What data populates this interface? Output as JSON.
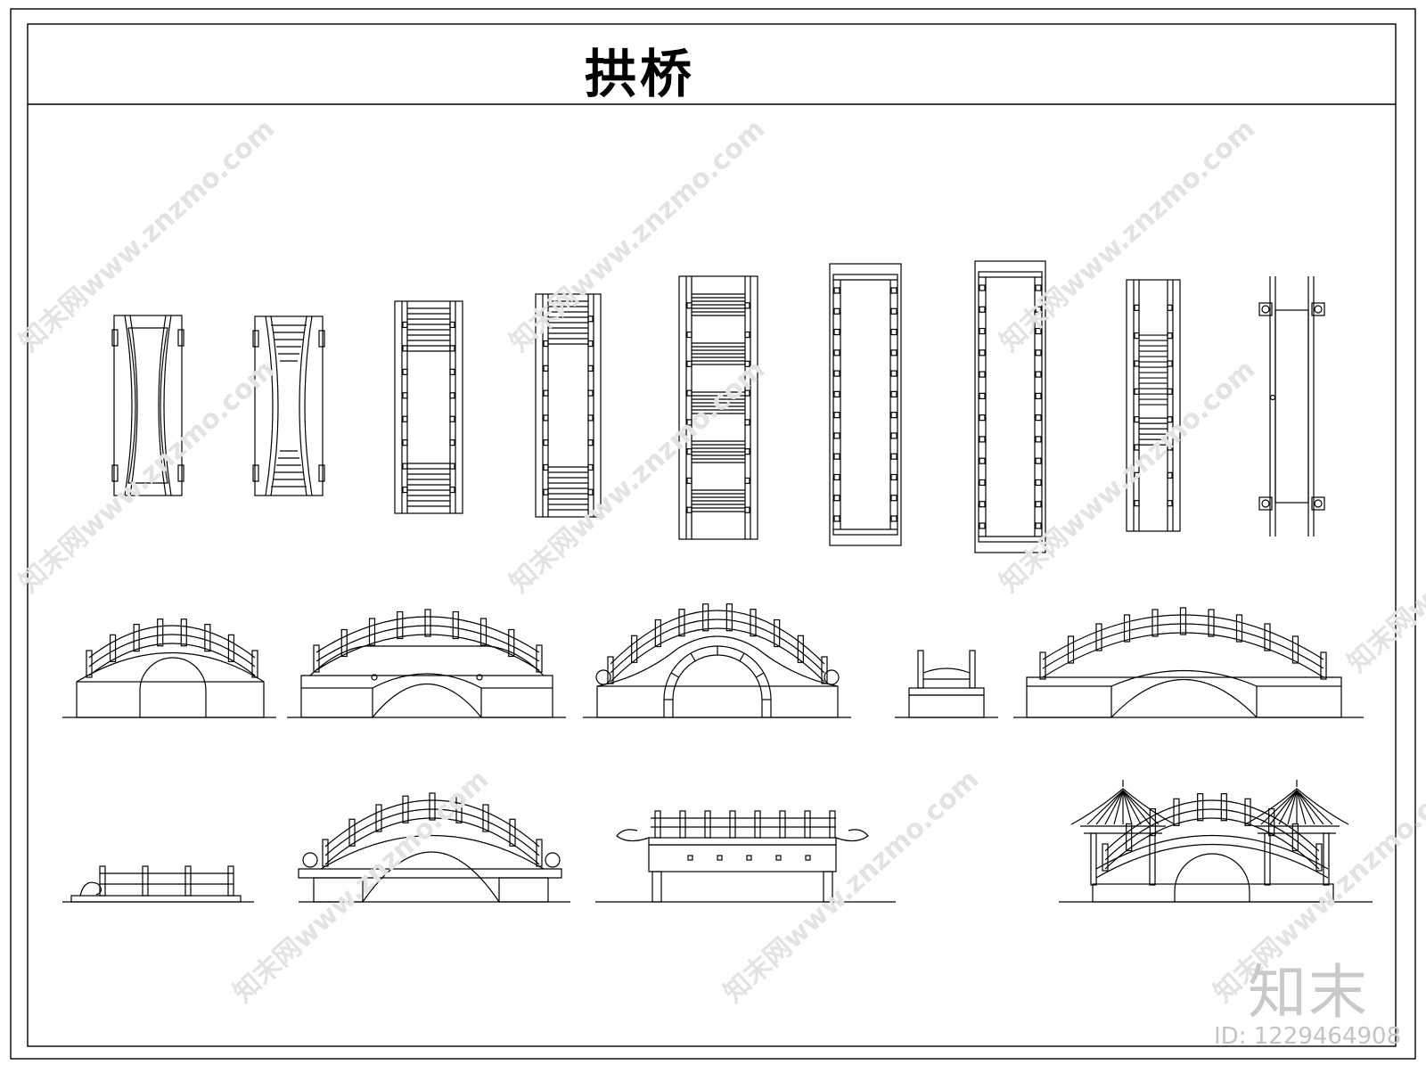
{
  "title": "拱桥",
  "watermark": {
    "diagonal_text": "知末网www.znzmo.com",
    "brand": "知末",
    "id_text": "ID: 1229464908"
  },
  "colors": {
    "line": "#000000",
    "watermark": "#d0d0d0",
    "background": "#ffffff"
  },
  "plan_views": [
    {
      "kind": "curved-solid"
    },
    {
      "kind": "curved-steps"
    },
    {
      "kind": "stepped-ends"
    },
    {
      "kind": "stepped-ends"
    },
    {
      "kind": "stepped-long"
    },
    {
      "kind": "flat-posts"
    },
    {
      "kind": "flat-posts"
    },
    {
      "kind": "stepped-center"
    },
    {
      "kind": "flat-lugs"
    }
  ],
  "elevation_views": [
    {
      "kind": "semicircle-arch"
    },
    {
      "kind": "segmental-arch"
    },
    {
      "kind": "stone-arch"
    },
    {
      "kind": "section"
    },
    {
      "kind": "segmental-arch-long"
    },
    {
      "kind": "low-rail"
    },
    {
      "kind": "segmental-arch-high"
    },
    {
      "kind": "flat-beam"
    },
    {
      "kind": "pavilion-arch"
    }
  ]
}
